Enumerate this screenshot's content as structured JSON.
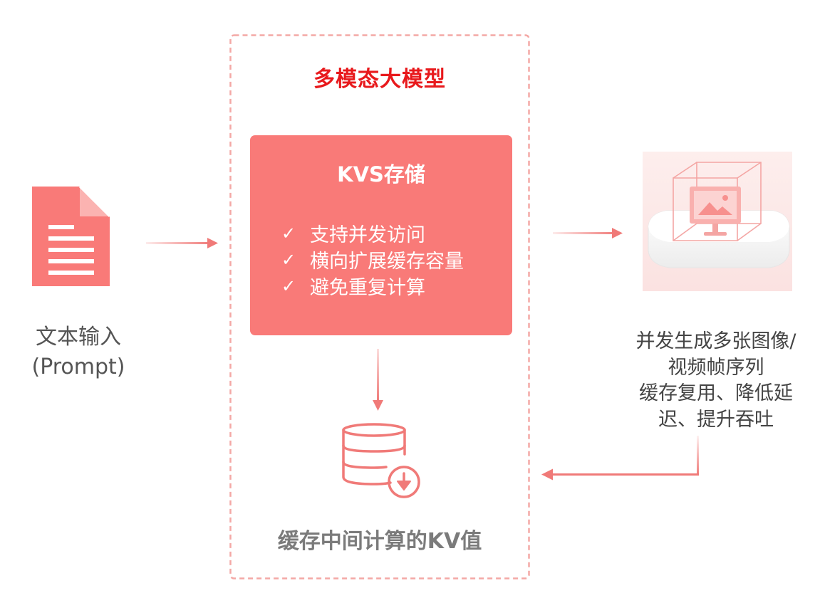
{
  "frame": {
    "title": "多模态大模型"
  },
  "kvs": {
    "title": "KVS存储",
    "features": [
      "支持并发访问",
      "横向扩展缓存容量",
      "避免重复计算"
    ]
  },
  "input": {
    "lines": [
      "文本输入",
      "(Prompt)"
    ]
  },
  "output": {
    "lines": [
      "并发生成多张图像/",
      "视频帧序列",
      "缓存复用、降低延",
      "迟、提升吞吐"
    ]
  },
  "cache": {
    "caption": "缓存中间计算的KV值"
  },
  "icons": {
    "input": "document-icon",
    "cache": "database-download-icon",
    "output": "image-generation-box-icon",
    "check": "checkmark-icon"
  },
  "colors": {
    "accent": "#f97a78",
    "title_red": "#e8191c",
    "frame_border": "#f4a8a5",
    "arrow": "#f07a78"
  }
}
